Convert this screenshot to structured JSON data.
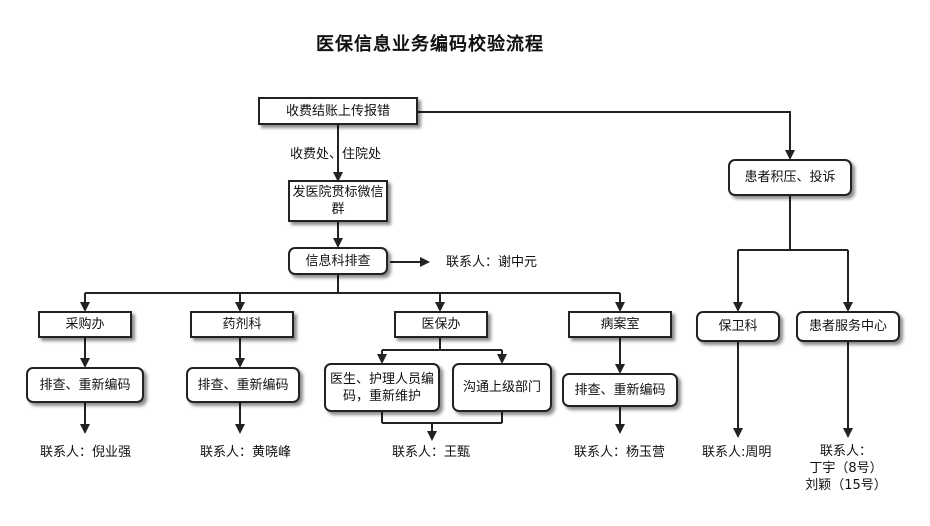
{
  "title": "医保信息业务编码校验流程",
  "nodes": {
    "upload_error": "收费结账上传报错",
    "wechat_group": "发医院贯标微信群",
    "info_dept": "信息科排查",
    "patient_backlog": "患者积压、投诉",
    "procurement": "采购办",
    "pharmacy": "药剂科",
    "insurance_office": "医保办",
    "medical_records": "病案室",
    "security": "保卫科",
    "patient_service": "患者服务中心",
    "proc_recode": "排查、重新编码",
    "pharm_recode": "排查、重新编码",
    "staff_recode": "医生、护理人员编码，重新维护",
    "contact_superior": "沟通上级部门",
    "records_recode": "排查、重新编码"
  },
  "labels": {
    "cashier": "收费处、住院处",
    "contact_info": "联系人：谢中元",
    "contact_procurement": "联系人：倪业强",
    "contact_pharmacy": "联系人：黄晓峰",
    "contact_insurance": "联系人：王甄",
    "contact_records": "联系人：杨玉营",
    "contact_security": "联系人:周明",
    "contact_service_line1": "联系人：",
    "contact_service_line2": "丁宇（8号）",
    "contact_service_line3": "刘颖（15号）"
  },
  "colors": {
    "stroke": "#222222",
    "text": "#111111",
    "background": "#ffffff"
  }
}
